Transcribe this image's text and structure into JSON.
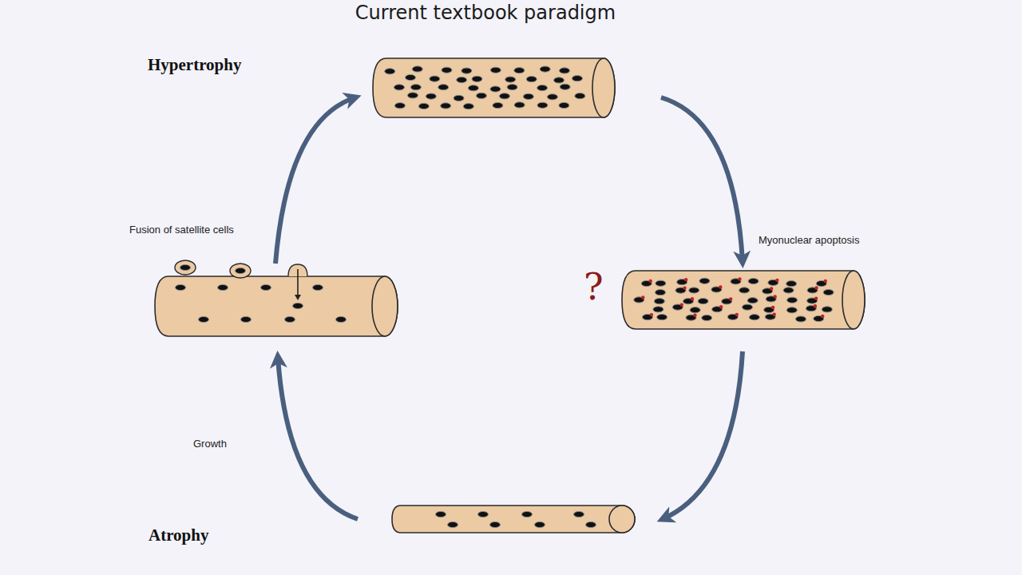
{
  "diagram": {
    "title": "Current textbook paradigm",
    "nodes": [
      {
        "text": [
          "Hypertrophy"
        ]
      },
      {
        "text": [
          "?"
        ]
      },
      {
        "text": [
          "Atrophy"
        ]
      },
      {
        "text": [
          "Fusion of satellite cells"
        ]
      }
    ],
    "edges": [
      {
        "from": 0,
        "to": 1,
        "arrow": "to",
        "label": "Myonuclear apoptosis"
      },
      {
        "from": 1,
        "to": 2,
        "arrow": "to"
      },
      {
        "from": 2,
        "to": 3,
        "arrow": "to",
        "label": "Growth"
      },
      {
        "from": 3,
        "to": 0,
        "arrow": "to"
      }
    ]
  }
}
